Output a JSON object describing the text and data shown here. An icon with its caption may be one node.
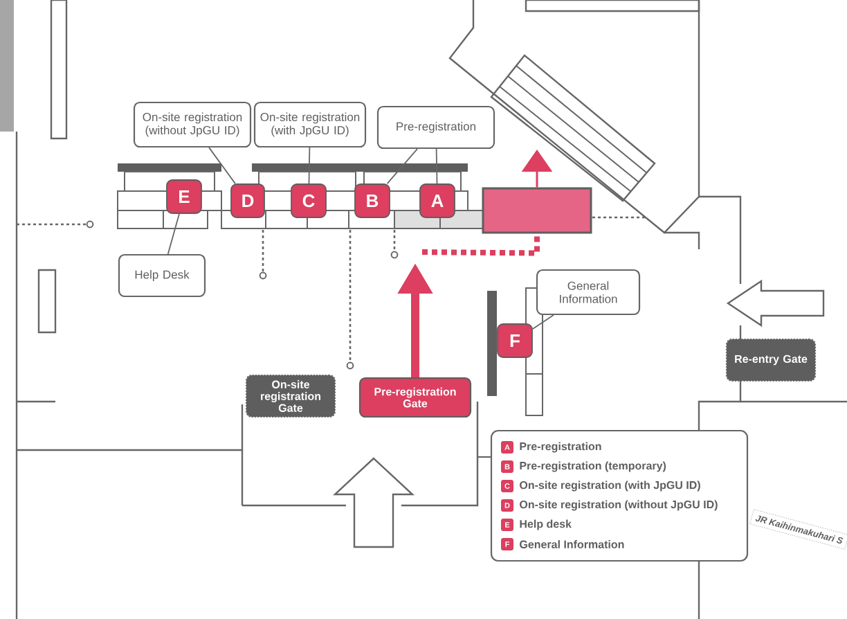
{
  "diagram": {
    "nodes": [
      {
        "text": [
          "On-site registration (without JpGU ID)"
        ]
      },
      {
        "text": [
          "On-site registration (with JpGU ID)"
        ]
      },
      {
        "text": [
          "Pre-registration"
        ]
      },
      {
        "text": [
          "Help Desk"
        ]
      },
      {
        "text": [
          "General Information"
        ]
      },
      {
        "text": [
          "E"
        ]
      },
      {
        "text": [
          "D"
        ]
      },
      {
        "text": [
          "C"
        ]
      },
      {
        "text": [
          "B"
        ]
      },
      {
        "text": [
          "A"
        ]
      },
      {
        "text": [
          "F"
        ]
      },
      {
        "text": [
          "On-site registration Gate"
        ]
      },
      {
        "text": [
          "Pre-registration Gate"
        ]
      },
      {
        "text": [
          "Re-entry Gate"
        ]
      },
      {
        "text": [],
        "shape": "box"
      }
    ],
    "edges": [
      {
        "from": 0,
        "to": 6,
        "arrow": "none"
      },
      {
        "from": 1,
        "to": 7,
        "arrow": "none"
      },
      {
        "from": 2,
        "to": 8,
        "arrow": "none"
      },
      {
        "from": 2,
        "to": 9,
        "arrow": "none"
      },
      {
        "from": 3,
        "to": 5,
        "arrow": "none"
      },
      {
        "from": 4,
        "to": 10,
        "arrow": "none"
      },
      {
        "from": 12,
        "to": null,
        "arrow": "to",
        "style": "thick",
        "color": "#dc3f5f"
      },
      {
        "from": null,
        "to": 14,
        "arrow": "none",
        "style": "dashed",
        "color": "#dc3f5f"
      },
      {
        "from": 14,
        "to": null,
        "arrow": "to",
        "color": "#dc3f5f"
      }
    ],
    "labels": [
      "A",
      "B",
      "C",
      "D",
      "E",
      "F",
      "JR Kaihinmakuhari S"
    ],
    "legend": [
      {
        "text": "Pre-registration",
        "color": "#dc3f5f"
      },
      {
        "text": "Pre-registration (temporary)",
        "color": "#dc3f5f"
      },
      {
        "text": "On-site registration (with JpGU ID)",
        "color": "#dc3f5f"
      },
      {
        "text": "On-site registration (without JpGU ID)",
        "color": "#dc3f5f"
      },
      {
        "text": "Help desk",
        "color": "#dc3f5f"
      },
      {
        "text": "General Information",
        "color": "#dc3f5f"
      }
    ]
  }
}
